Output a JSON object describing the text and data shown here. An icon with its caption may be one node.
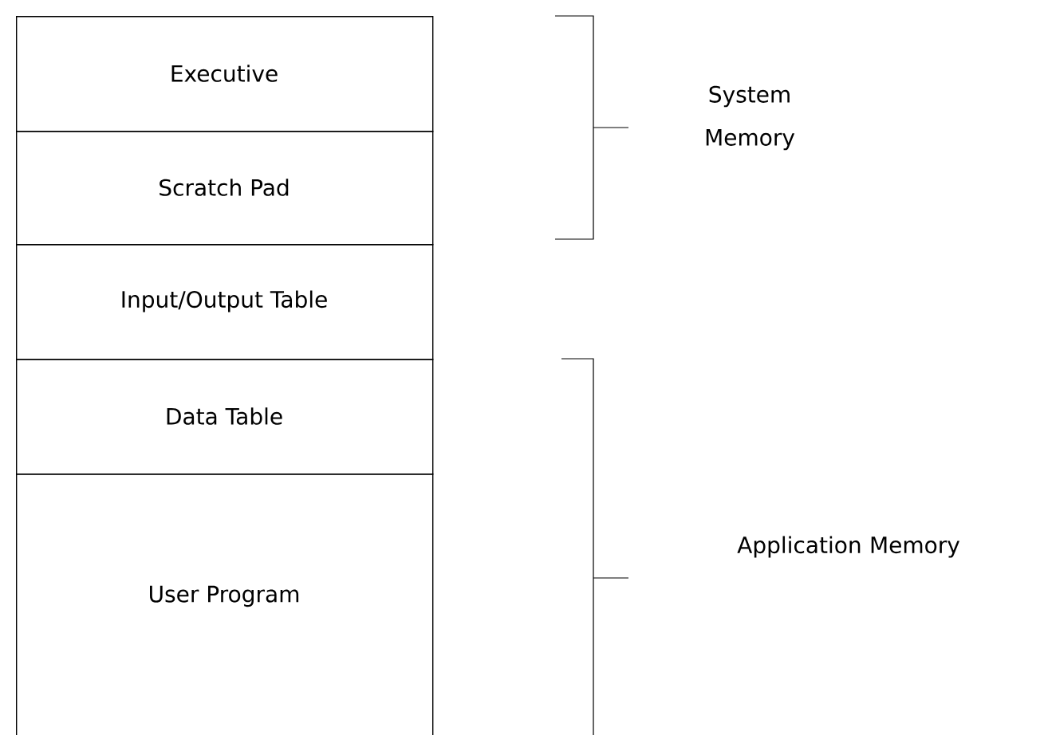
{
  "diagram": {
    "nodes": [
      {
        "text": [
          "Executive"
        ]
      },
      {
        "text": [
          "Scratch Pad"
        ]
      },
      {
        "text": [
          "Input/Output Table"
        ]
      },
      {
        "text": [
          "Data Table"
        ]
      },
      {
        "text": [
          "User Program"
        ]
      }
    ],
    "labels": [
      "System Memory",
      "Application Memory"
    ]
  }
}
